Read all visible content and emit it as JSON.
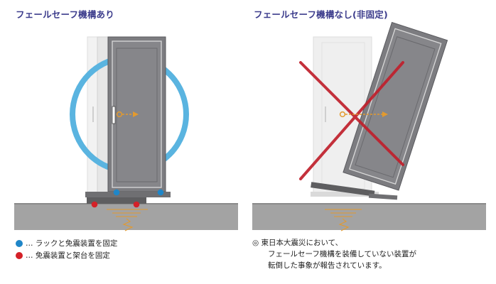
{
  "left": {
    "title": "フェールセーフ機構あり",
    "legend": [
      {
        "color": "blue",
        "text": "… ラックと免震装置を固定"
      },
      {
        "color": "red",
        "text": "… 免震装置と架台を固定"
      }
    ]
  },
  "right": {
    "title": "フェールセーフ機構なし(非固定)",
    "note": [
      "◎ 東日本大震災において、",
      "フェールセーフ機構を装備していない装置が",
      "転倒した事象が報告されています。"
    ]
  },
  "colors": {
    "title": "#3c3c8c",
    "circle": "#5ab4e0",
    "cross": "#c0202c",
    "arrow": "#e39a2e",
    "blue_dot": "#1f86c8",
    "red_dot": "#d42128",
    "rack": "#7d7d80",
    "floor": "#a0a0a0"
  }
}
